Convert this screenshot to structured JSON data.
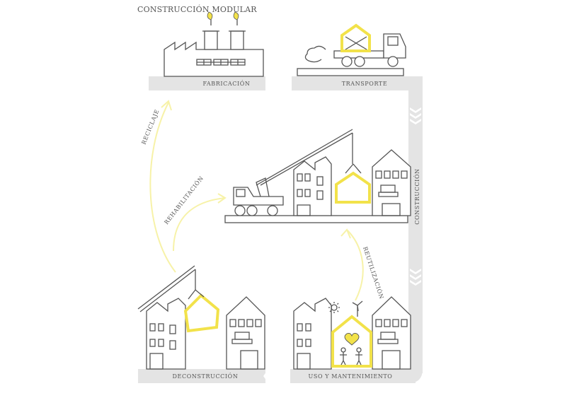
{
  "title": "CONSTRUCCIÓN MODULAR",
  "stages": {
    "fabricacion": "FABRICACIÓN",
    "transporte": "TRANSPORTE",
    "construccion": "CONSTRUCCIÓN",
    "deconstruccion": "DECONSTRUCCIÓN",
    "uso": "USO Y MANTENIMIENTO"
  },
  "arrows": {
    "reciclaje": "RECICLAJE",
    "rehabilitacion": "REHABILITACIÓN",
    "reutilizacion": "REUTILIZACIÓN"
  },
  "colors": {
    "accent": "#f2e24a",
    "arrow": "#f7f2a8",
    "band": "#e4e4e4",
    "line": "#555555"
  }
}
